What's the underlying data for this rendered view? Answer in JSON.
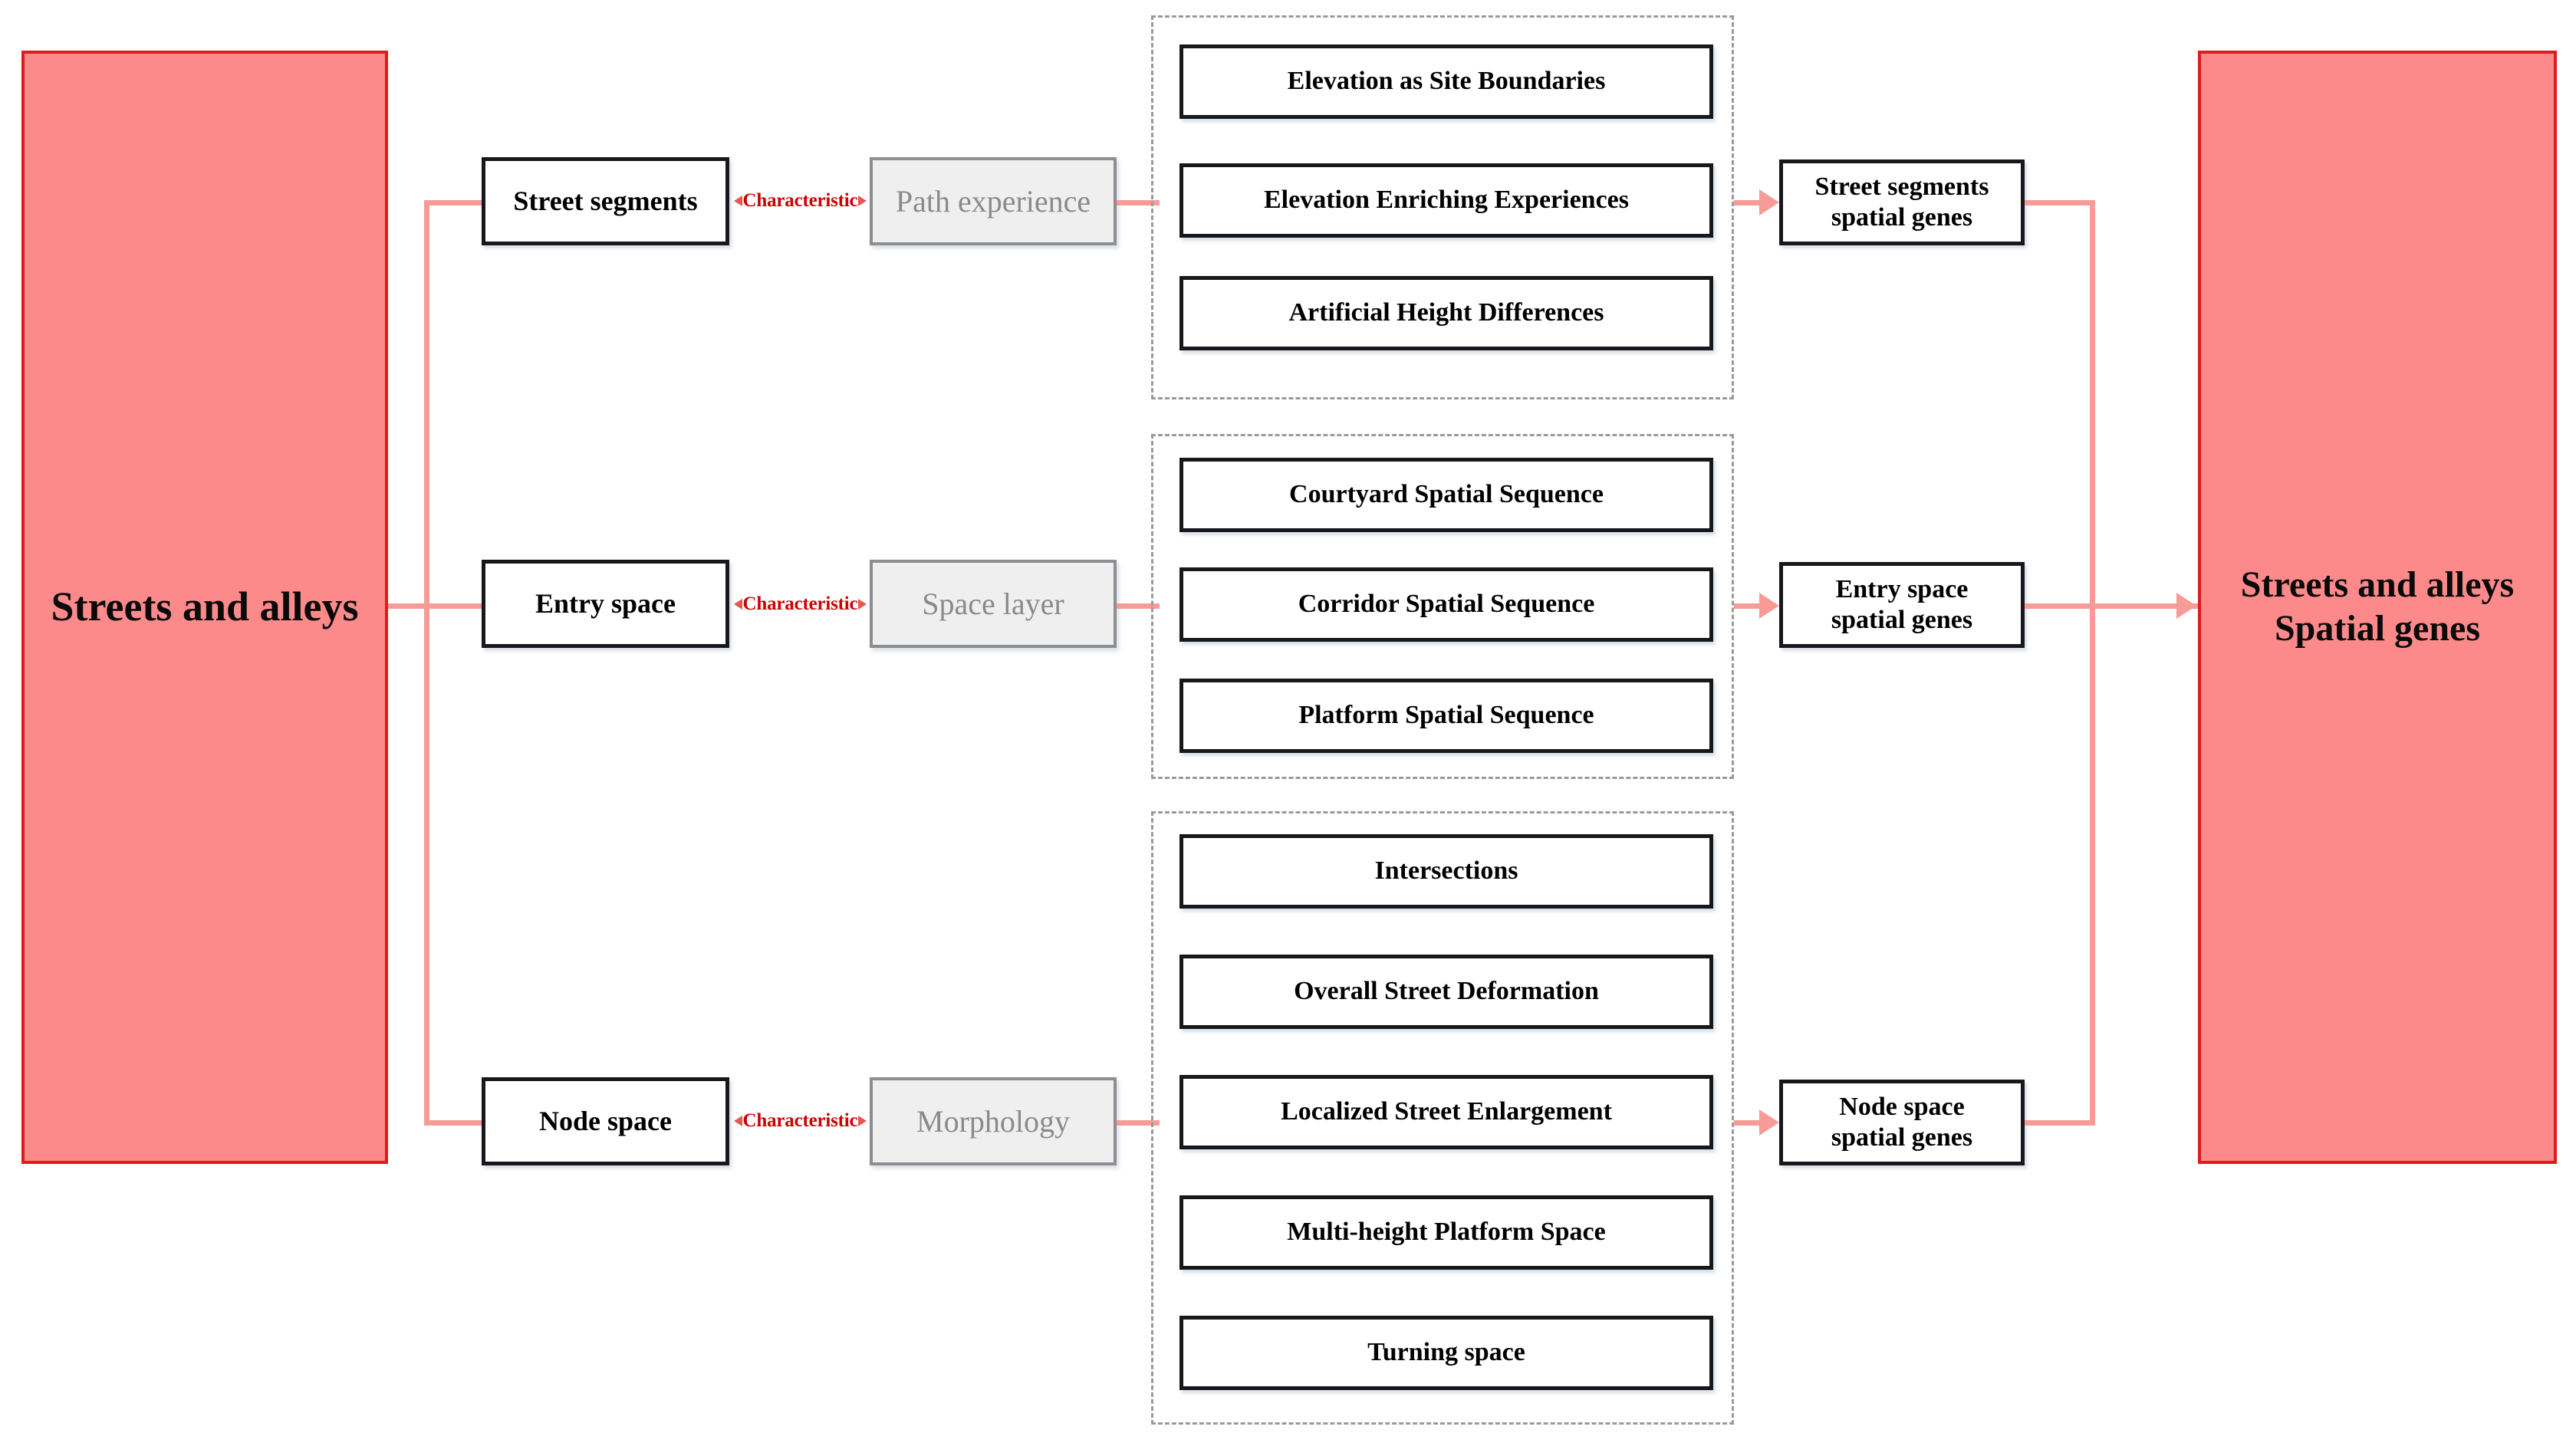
{
  "diagram": {
    "type": "flow-hierarchy",
    "accent_color": "#f79b97",
    "pink_fill": "#fd8a8a",
    "pink_border": "#e01b1b",
    "gray_fill": "#efefef",
    "gray_text": "#8a8a8a",
    "label_color": "#cc0000",
    "dash_color": "#9a9a9a",
    "root": {
      "line1": "Streets and alleys"
    },
    "result": {
      "line1": "Streets and alleys",
      "line2": "Spatial genes"
    },
    "relation_label": "Characteristic",
    "branches": [
      {
        "element": "Street segments",
        "attribute": "Path experience",
        "gene_line1": "Street segments",
        "gene_line2": "spatial genes",
        "items": [
          "Elevation as Site Boundaries",
          "Elevation Enriching Experiences",
          "Artificial Height Differences"
        ]
      },
      {
        "element": "Entry space",
        "attribute": "Space layer",
        "gene_line1": "Entry space",
        "gene_line2": "spatial genes",
        "items": [
          "Courtyard Spatial Sequence",
          "Corridor Spatial Sequence",
          "Platform Spatial Sequence"
        ]
      },
      {
        "element": "Node space",
        "attribute": "Morphology",
        "gene_line1": "Node space",
        "gene_line2": "spatial genes",
        "items": [
          "Intersections",
          "Overall Street Deformation",
          "Localized Street Enlargement",
          "Multi-height Platform Space",
          "Turning space"
        ]
      }
    ]
  }
}
